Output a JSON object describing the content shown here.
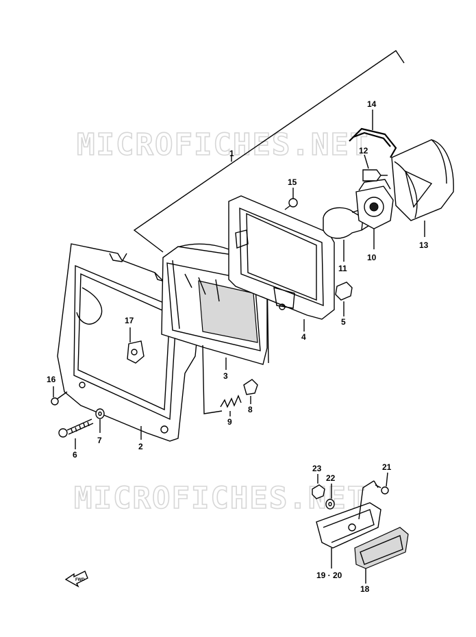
{
  "watermark": "MICROFICHES.NET",
  "fwd_label": "FWD",
  "labels": {
    "p1": "1",
    "p2": "2",
    "p3": "3",
    "p4": "4",
    "p5": "5",
    "p6": "6",
    "p7": "7",
    "p8": "8",
    "p9": "9",
    "p10": "10",
    "p11": "11",
    "p12": "12",
    "p13": "13",
    "p14": "14",
    "p15": "15",
    "p16": "16",
    "p17": "17",
    "p18": "18",
    "p19_20": "19 · 20",
    "p21": "21",
    "p22": "22",
    "p23": "23"
  }
}
